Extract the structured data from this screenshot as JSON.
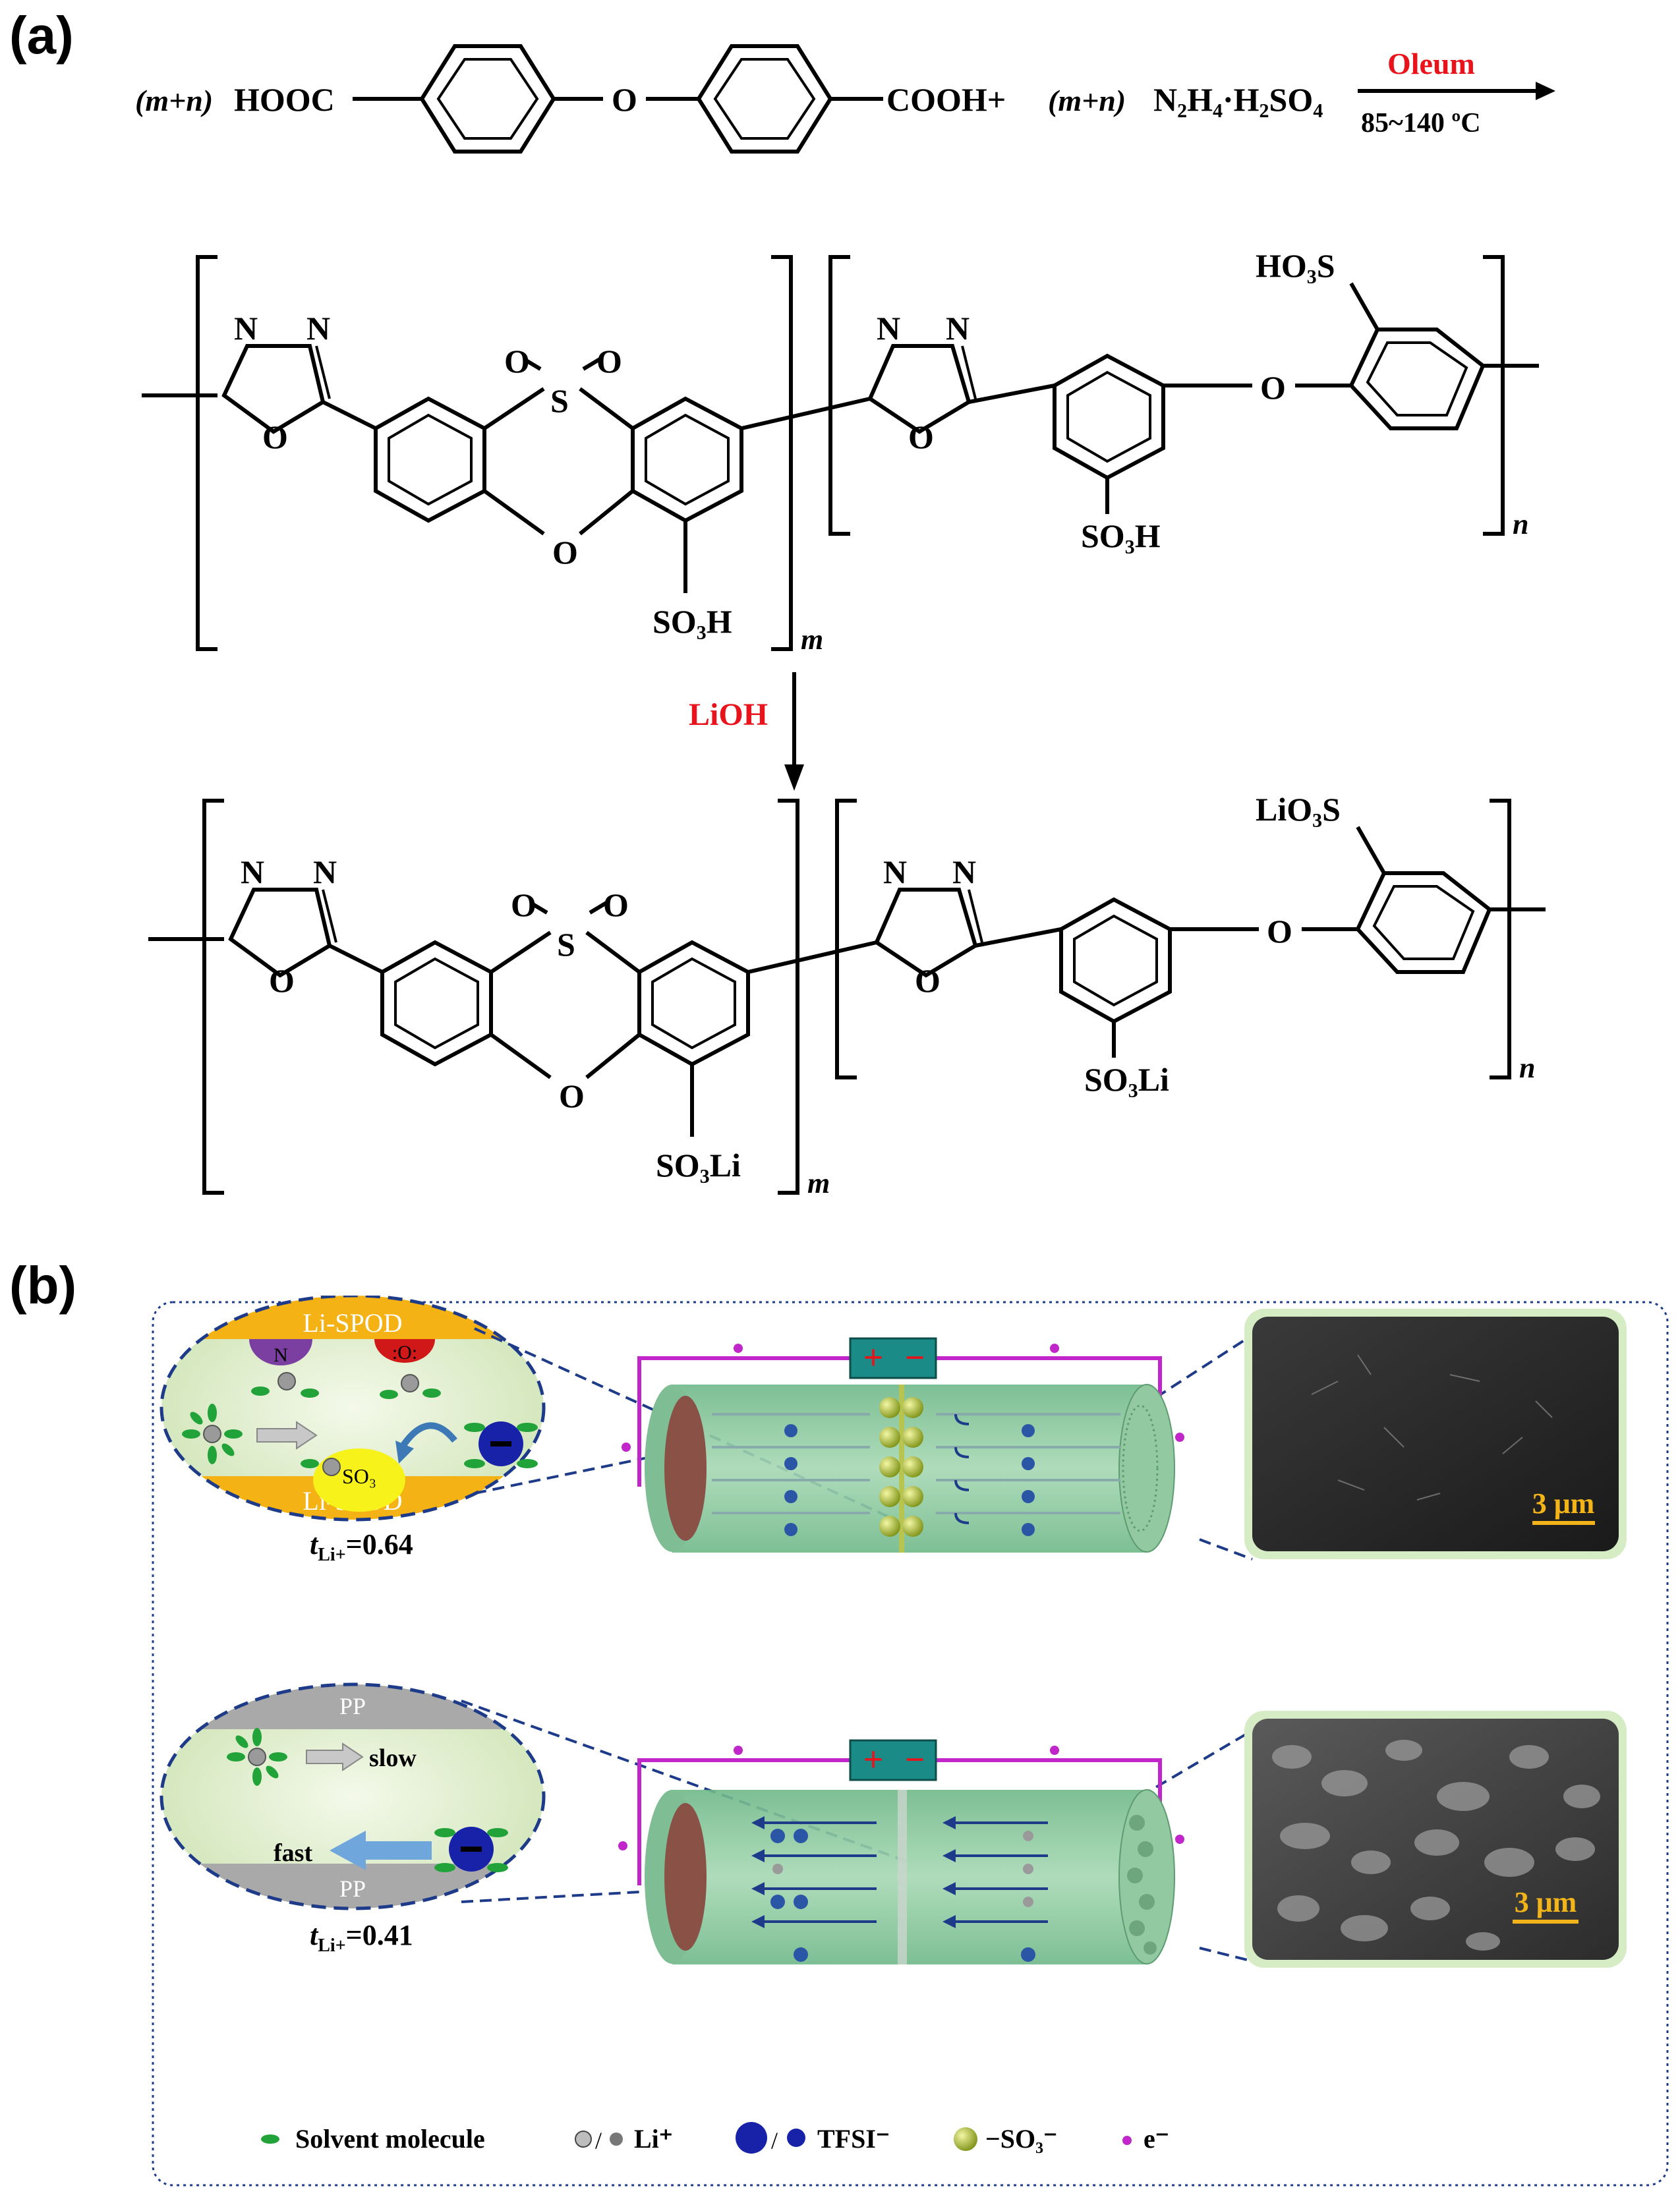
{
  "panel_a": {
    "label": "(a)",
    "reactant1_coef": "(m+n)",
    "reactant1_left": "HOOC",
    "reactant1_right": "COOH+",
    "reactant2_coef": "(m+n)",
    "reactant2": "N₂H₄·H₂SO₄",
    "reagent_top": "Oleum",
    "reagent_bottom": "85~140 ºC",
    "ether_O": "O",
    "oxadiazole_N1": "N",
    "oxadiazole_N2": "N",
    "oxadiazole_O": "O",
    "sulfone_S": "S",
    "sulfone_O1": "O",
    "sulfone_O2": "O",
    "ring_O": "O",
    "acid_group_m": "SO₃H",
    "acid_group_n_bottom": "SO₃H",
    "acid_group_n_top": "HO₃S",
    "sub_m": "m",
    "sub_n": "n",
    "step2_reagent": "LiOH",
    "li_group_m": "SO₃Li",
    "li_group_n_bottom": "SO₃Li",
    "li_group_n_top": "LiO₃S"
  },
  "panel_b": {
    "label": "(b)",
    "top": {
      "layer_top": "Li-SPOD",
      "layer_bottom": "Li-SPOD",
      "site_n": "N",
      "site_o": ":O:",
      "site_so3": "SO₃",
      "transference": "t",
      "transference_sub": "Li+",
      "transference_value": "=0.64",
      "scale_bar": "3 μm"
    },
    "bottom": {
      "layer_top": "PP",
      "layer_bottom": "PP",
      "slow": "slow",
      "fast": "fast",
      "transference": "t",
      "transference_sub": "Li+",
      "transference_value": "=0.41",
      "scale_bar": "3 μm"
    },
    "battery_plus": "+",
    "battery_minus": "−",
    "legend": [
      {
        "label": "Solvent molecule"
      },
      {
        "label": "Li⁺"
      },
      {
        "label": "TFSI⁻"
      },
      {
        "label": "−SO₃⁻"
      },
      {
        "label": "e⁻"
      }
    ]
  },
  "colors": {
    "reagent_red": "#e8131b",
    "cell_green": "#8fc9a3",
    "layer_orange": "#f5b214",
    "pp_gray": "#a9a9a9",
    "circuit_magenta": "#c026c9",
    "battery_teal": "#1a8b86",
    "border_blue": "#1e3b8a"
  }
}
